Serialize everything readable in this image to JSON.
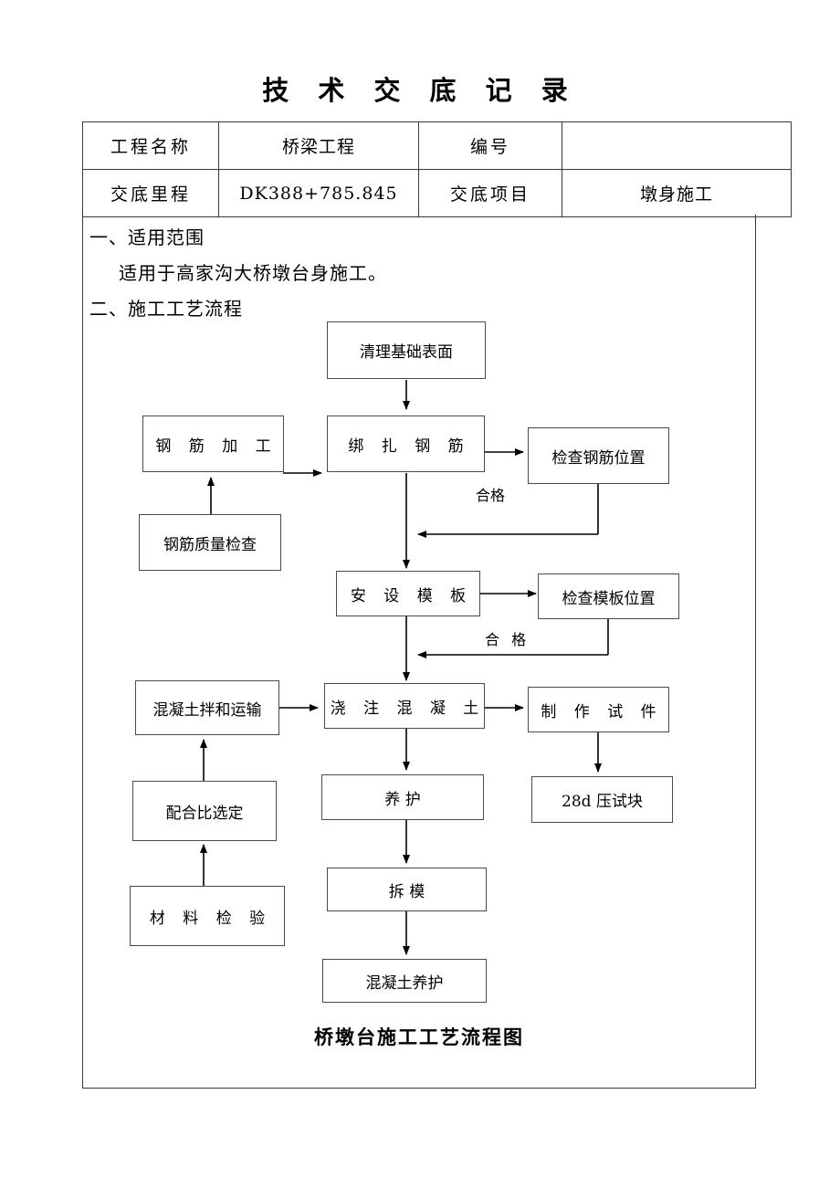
{
  "document": {
    "title": "技 术 交 底 记 录",
    "caption": "桥墩台施工工艺流程图"
  },
  "header_table": {
    "rows": [
      {
        "label1": "工程名称",
        "value1": "桥梁工程",
        "label2": "编号",
        "value2": ""
      },
      {
        "label1": "交底里程",
        "value1": "DK388+785.845",
        "label2": "交底项目",
        "value2": "墩身施工"
      }
    ]
  },
  "sections": [
    {
      "heading": "一、适用范围",
      "body": "适用于高家沟大桥墩台身施工。"
    },
    {
      "heading": "二、施工工艺流程",
      "body": ""
    }
  ],
  "flowchart": {
    "nodes": {
      "clean_base": "清理基础表面",
      "rebar_fab": "钢 筋 加 工",
      "rebar_tie": "绑 扎 钢 筋",
      "check_rebar_pos": "检查钢筋位置",
      "rebar_quality": "钢筋质量检查",
      "install_formwork": "安 设 模 板",
      "check_formwork_pos": "检查模板位置",
      "concrete_mix": "混凝土拌和运输",
      "pour_concrete": "浇 注 混 凝 土",
      "make_specimen": "制 作 试 件",
      "mix_ratio": "配合比选定",
      "curing": "养    护",
      "press_test_28d": "28d 压试块",
      "material_test": "材 料 检 验",
      "remove_formwork": "拆    模",
      "concrete_curing": "混凝土养护"
    },
    "edge_labels": {
      "qualified_rebar": "合格",
      "qualified_formwork": "合 格"
    }
  },
  "colors": {
    "border": "#3a3a3a",
    "box_border": "#4a4a4a",
    "text": "#000000",
    "background": "#ffffff"
  }
}
